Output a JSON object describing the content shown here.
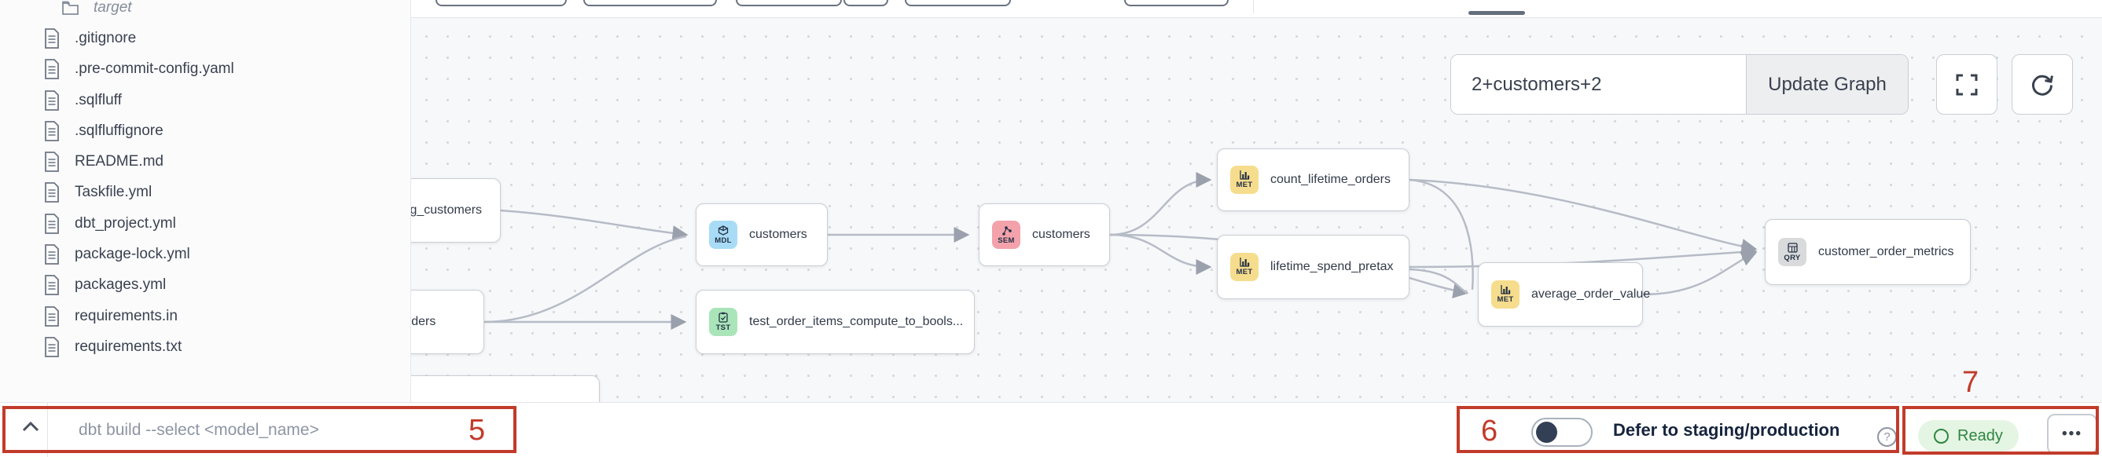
{
  "sidebar": {
    "files": [
      {
        "name": "target",
        "kind": "folder",
        "muted": true
      },
      {
        "name": ".gitignore",
        "kind": "file"
      },
      {
        "name": ".pre-commit-config.yaml",
        "kind": "file"
      },
      {
        "name": ".sqlfluff",
        "kind": "file"
      },
      {
        "name": ".sqlfluffignore",
        "kind": "file"
      },
      {
        "name": "README.md",
        "kind": "file"
      },
      {
        "name": "Taskfile.yml",
        "kind": "file"
      },
      {
        "name": "dbt_project.yml",
        "kind": "file"
      },
      {
        "name": "package-lock.yml",
        "kind": "file"
      },
      {
        "name": "packages.yml",
        "kind": "file"
      },
      {
        "name": "requirements.in",
        "kind": "file"
      },
      {
        "name": "requirements.txt",
        "kind": "file"
      }
    ]
  },
  "canvas_controls": {
    "selector_value": "2+customers+2",
    "update_button_label": "Update Graph"
  },
  "graph": {
    "nodes": [
      {
        "label": "stg_customers",
        "badge": ""
      },
      {
        "label": "orders",
        "badge": ""
      },
      {
        "label": "customers",
        "badge": "MDL"
      },
      {
        "label": "test_order_items_compute_to_bools...",
        "badge": "TST"
      },
      {
        "label": "customers",
        "badge": "SEM"
      },
      {
        "label": "count_lifetime_orders",
        "badge": "MET"
      },
      {
        "label": "lifetime_spend_pretax",
        "badge": "MET"
      },
      {
        "label": "average_order_value",
        "badge": "MET"
      },
      {
        "label": "customer_order_metrics",
        "badge": "QRY"
      }
    ]
  },
  "bottom_bar": {
    "command_placeholder": "dbt build --select <model_name>",
    "defer_label": "Defer to staging/production",
    "help_glyph": "?",
    "status_label": "Ready",
    "menu_glyph": "•••"
  },
  "annotations": {
    "n5": "5",
    "n6": "6",
    "n7": "7"
  },
  "colors": {
    "annotation_red": "#c23b2a",
    "ready_green": "#2f8541",
    "ready_bg": "#e4f5e3",
    "badge_mdl_blue": "#a8dcf6",
    "badge_tst_green": "#a9e5b9",
    "badge_sem_pink": "#f3a2ab",
    "badge_met_yellow": "#f6dd8d",
    "badge_qry_gray": "#d9dadc",
    "toggle_knob_navy": "#323f54"
  }
}
